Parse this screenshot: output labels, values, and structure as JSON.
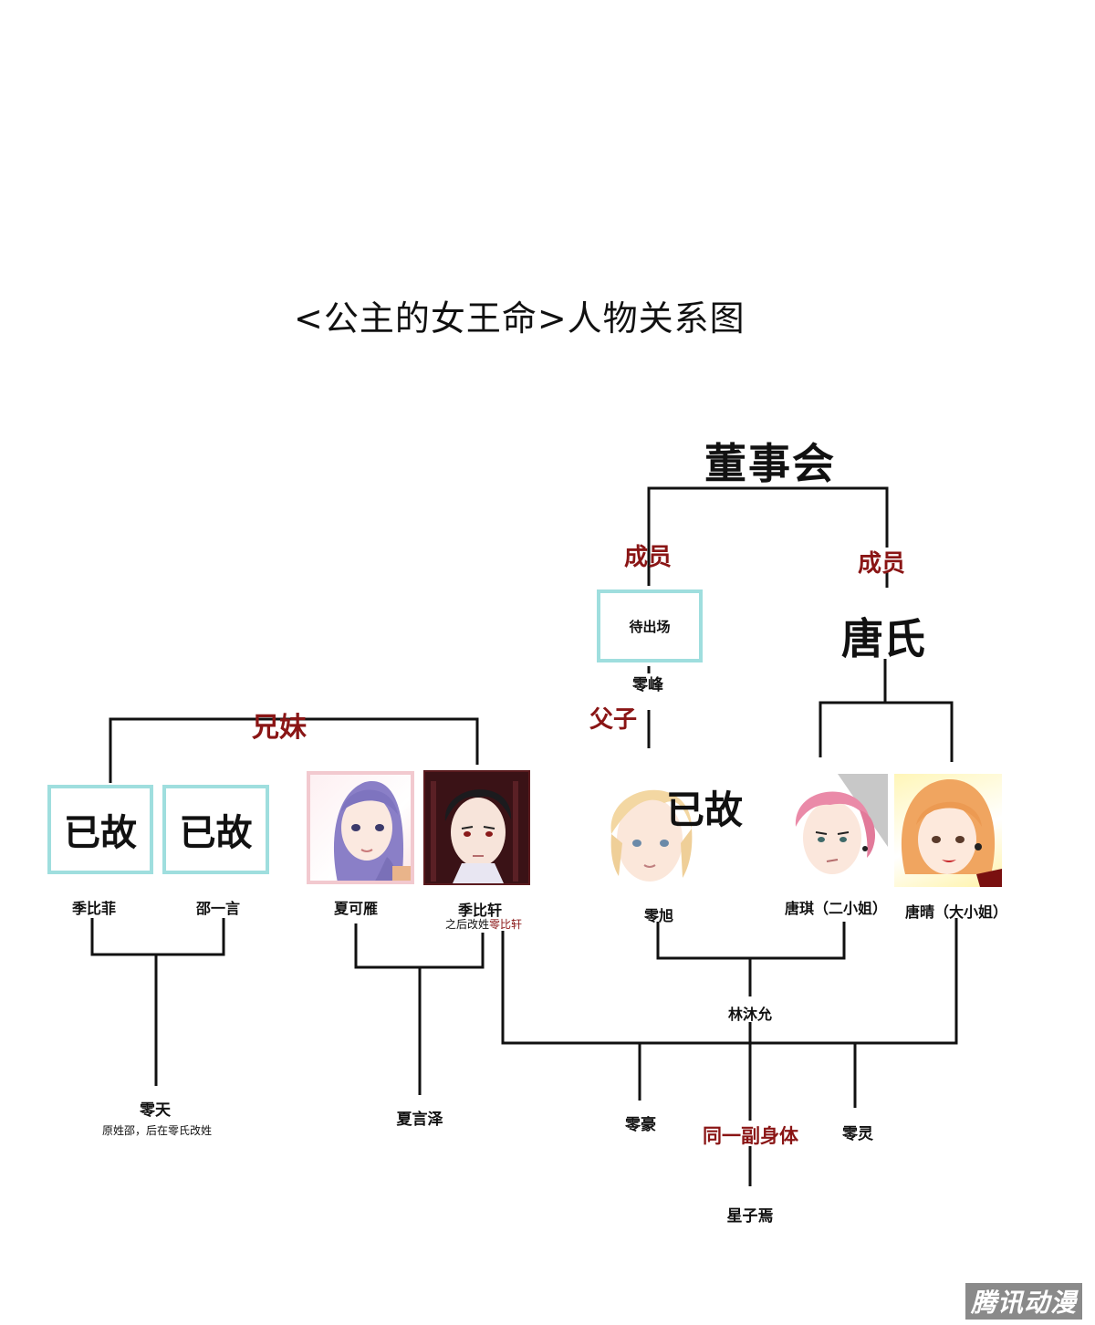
{
  "title": "<公主的女王命>人物关系图",
  "board": "董事会",
  "clan_tang": "唐氏",
  "relations": {
    "member_left": "成员",
    "member_right": "成员",
    "siblings": "兄妹",
    "father_son": "父子",
    "same_body": "同一副身体"
  },
  "boxes": {
    "dead_1": "已故",
    "dead_2": "已故",
    "dead_ling_xu": "已故",
    "pending": "待出场"
  },
  "people": {
    "ji_bifei": "季比菲",
    "shao_yiyan": "邵一言",
    "xia_keyan": "夏可雁",
    "ji_bixuan": "季比轩",
    "ji_bixuan_note_prefix": "之后改姓",
    "ji_bixuan_note_name": "零比轩",
    "ling_feng": "零峰",
    "ling_xu": "零旭",
    "tang_qi": "唐琪（二小姐）",
    "tang_qing": "唐晴（大小姐）",
    "lin_muyun": "林沐允",
    "ling_tian": "零天",
    "ling_tian_note": "原姓邵，后在零氏改姓",
    "xia_yanze": "夏言泽",
    "ling_hao": "零豪",
    "ling_ling": "零灵",
    "xing_ziyan": "星子焉"
  },
  "watermark": "腾讯动漫",
  "colors": {
    "box_border": "#9fdede",
    "relation_red": "#8a1515",
    "line": "#111111"
  }
}
